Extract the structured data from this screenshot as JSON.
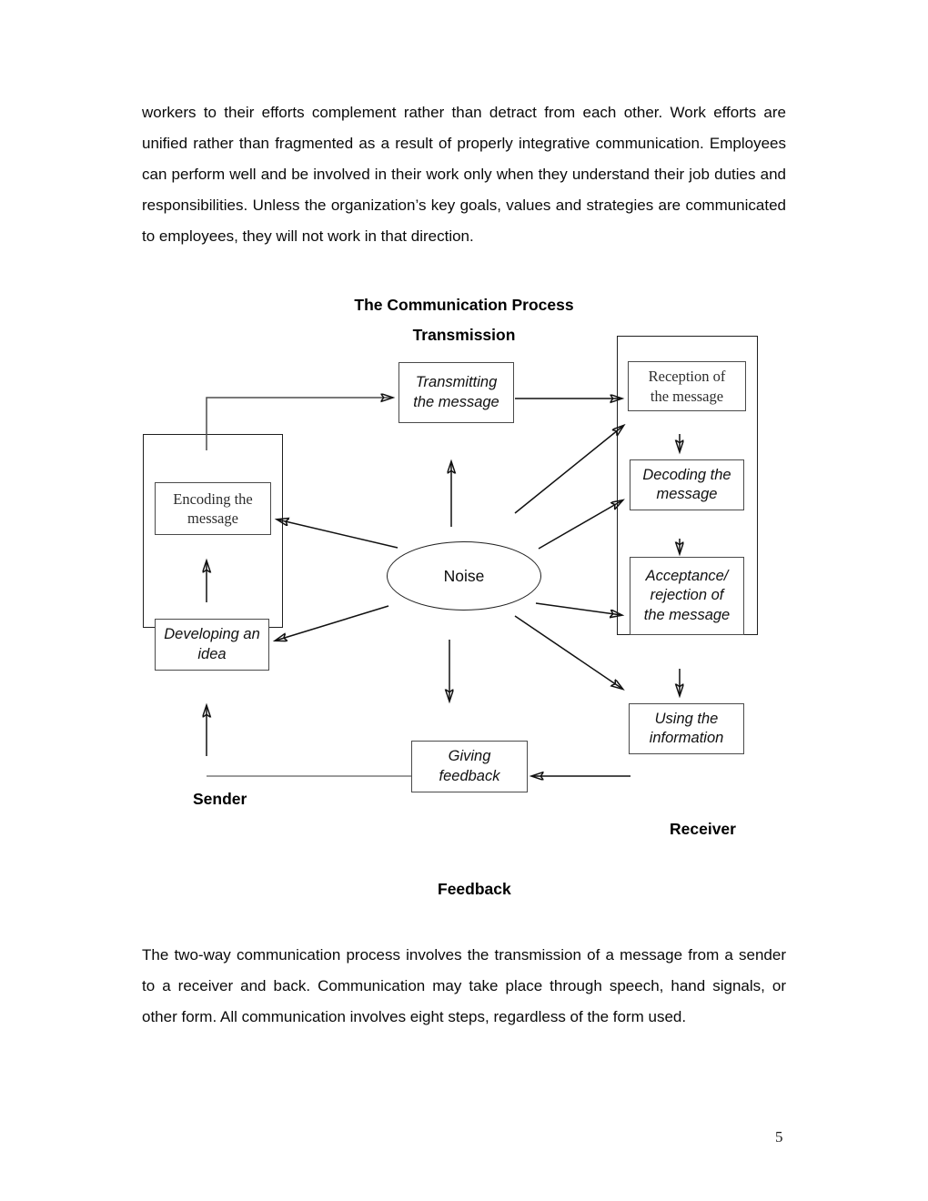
{
  "document": {
    "paragraph_top": "workers to their efforts complement rather than detract from each other.  Work efforts are unified rather than fragmented as a result of properly integrative communication. Employees can perform well and be involved in their work only when they understand their job duties and responsibilities. Unless the organization’s key goals, values and strategies are communicated to employees, they will not work in that direction.",
    "paragraph_bottom": "The two-way communication process involves the transmission of a message from a sender to a receiver and back. Communication may take place through speech, hand signals, or other form. All communication involves eight steps, regardless of the form used.",
    "page_number": "5"
  },
  "diagram": {
    "title": "The Communication Process",
    "subtitle": "Transmission",
    "labels": {
      "sender": "Sender",
      "receiver": "Receiver",
      "feedback": "Feedback"
    },
    "nodes": {
      "transmitting": [
        "Transmitting",
        "the message"
      ],
      "reception": [
        "Reception of",
        "the message"
      ],
      "decoding": [
        "Decoding the",
        "message"
      ],
      "acceptance": [
        "Acceptance/",
        "rejection of",
        "the message"
      ],
      "using": [
        "Using the",
        "information"
      ],
      "encoding": [
        "Encoding the",
        "message"
      ],
      "developing": [
        "Developing an",
        "idea"
      ],
      "giving_feedback": [
        "Giving",
        "feedback"
      ],
      "noise": "Noise"
    }
  }
}
